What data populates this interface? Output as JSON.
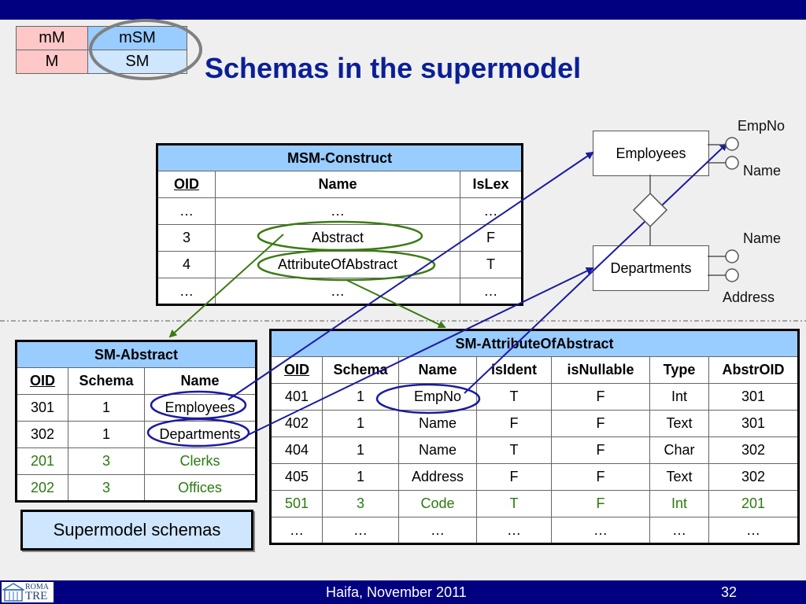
{
  "slide": {
    "title": "Schemas in the supermodel",
    "footer_center": "Haifa, November 2011",
    "footer_page": "32",
    "logo_line1": "ROMA",
    "logo_line2": "TRE"
  },
  "level_table": {
    "r1": [
      "mM",
      "mSM"
    ],
    "r2": [
      "M",
      "SM"
    ]
  },
  "msm_construct": {
    "title": "MSM-Construct",
    "headers": [
      "OID",
      "Name",
      "IsLex"
    ],
    "rows": [
      [
        "…",
        "…",
        "…"
      ],
      [
        "3",
        "Abstract",
        "F"
      ],
      [
        "4",
        "AttributeOfAbstract",
        "T"
      ],
      [
        "…",
        "…",
        "…"
      ]
    ]
  },
  "sm_abstract": {
    "title": "SM-Abstract",
    "headers": [
      "OID",
      "Schema",
      "Name"
    ],
    "rows": [
      [
        "301",
        "1",
        "Employees"
      ],
      [
        "302",
        "1",
        "Departments"
      ],
      [
        "201",
        "3",
        "Clerks"
      ],
      [
        "202",
        "3",
        "Offices"
      ]
    ]
  },
  "sm_attribute": {
    "title": "SM-AttributeOfAbstract",
    "headers": [
      "OID",
      "Schema",
      "Name",
      "isIdent",
      "isNullable",
      "Type",
      "AbstrOID"
    ],
    "rows": [
      [
        "401",
        "1",
        "EmpNo",
        "T",
        "F",
        "Int",
        "301"
      ],
      [
        "402",
        "1",
        "Name",
        "F",
        "F",
        "Text",
        "301"
      ],
      [
        "404",
        "1",
        "Name",
        "T",
        "F",
        "Char",
        "302"
      ],
      [
        "405",
        "1",
        "Address",
        "F",
        "F",
        "Text",
        "302"
      ],
      [
        "501",
        "3",
        "Code",
        "T",
        "F",
        "Int",
        "201"
      ],
      [
        "…",
        "…",
        "…",
        "…",
        "…",
        "…",
        "…"
      ]
    ]
  },
  "supermodel_label": "Supermodel schemas",
  "er_diagram": {
    "entity1": "Employees",
    "entity2": "Departments",
    "attr_empno": "EmpNo",
    "attr_emp_name": "Name",
    "attr_dept_name": "Name",
    "attr_address": "Address"
  },
  "colors": {
    "accent_bar": "#000080",
    "title": "#0a1f96",
    "header_fill": "#99ccff",
    "arrow_blue": "#1a1aa0",
    "arrow_green": "#3c7a14",
    "ellipse_gray": "#808080"
  }
}
